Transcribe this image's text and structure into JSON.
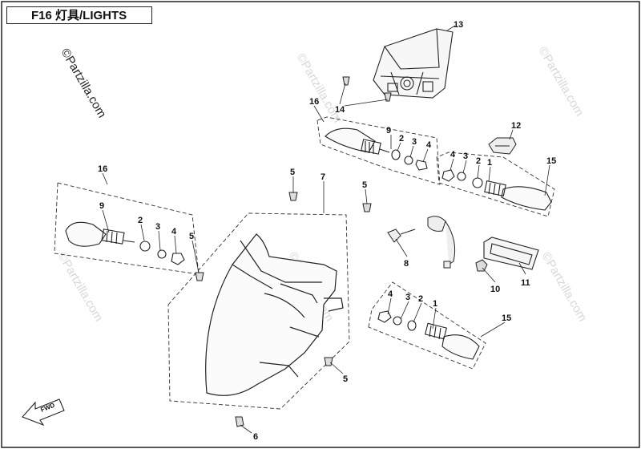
{
  "title": "F16  灯具/LIGHTS",
  "watermark": "©Partzilla.com",
  "fwd_label": "FWD",
  "callouts": {
    "c13": "13",
    "c14": "14",
    "c16a": "16",
    "c9a": "9",
    "c2a": "2",
    "c3a": "3",
    "c4a": "4",
    "c12": "12",
    "c4b": "4",
    "c3b": "3",
    "c2b": "2",
    "c1b": "1",
    "c15a": "15",
    "c16b": "16",
    "c9b": "9",
    "c2c": "2",
    "c3c": "3",
    "c4c": "4",
    "c5a": "5",
    "c5b": "5",
    "c7": "7",
    "c5c": "5",
    "c8": "8",
    "c10": "10",
    "c11": "11",
    "c4d": "4",
    "c3d": "3",
    "c2d": "2",
    "c1d": "1",
    "c15b": "15",
    "c5d": "5",
    "c6": "6"
  },
  "colors": {
    "line": "#222222",
    "dash": "#333333",
    "watermark_faint": "#d8d8d8"
  }
}
